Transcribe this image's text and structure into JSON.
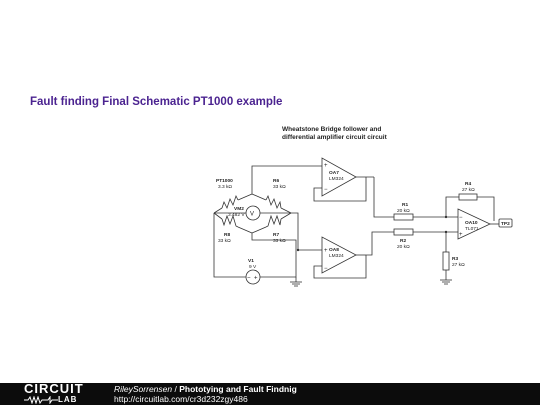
{
  "page_title": "Fault finding Final Schematic PT1000 example",
  "schematic": {
    "caption_line1": "Wheatstone Bridge follower and",
    "caption_line2": "differential amplifier circuit circuit",
    "pt1000": {
      "name": "PT1000",
      "value": "3.3 kΩ"
    },
    "r6": {
      "name": "R6",
      "value": "33 kΩ"
    },
    "r8": {
      "name": "R8",
      "value": "33 kΩ"
    },
    "r7": {
      "name": "R7",
      "value": "33 kΩ"
    },
    "vm2": {
      "name": "VM2",
      "value": "3.482 V",
      "symbol": "V"
    },
    "v1": {
      "name": "V1",
      "value": "9 V"
    },
    "oa7": {
      "name": "OA7",
      "part": "LM324"
    },
    "oa8": {
      "name": "OA8",
      "part": "LM324"
    },
    "oa10": {
      "name": "OA10",
      "part": "TL071"
    },
    "r1": {
      "name": "R1",
      "value": "20 kΩ"
    },
    "r2": {
      "name": "R2",
      "value": "20 kΩ"
    },
    "r4": {
      "name": "R4",
      "value": "27 kΩ"
    },
    "r3": {
      "name": "R3",
      "value": "27 kΩ"
    },
    "tp2": "TP2",
    "plus": "+",
    "minus": "−"
  },
  "footer": {
    "logo_top": "CIRCUIT",
    "logo_bottom": "LAB",
    "author": "RileySorrensen",
    "separator": " / ",
    "project": "Phototying and Fault Findnig",
    "url": "http://circuitlab.com/cr3d232zgy486"
  }
}
